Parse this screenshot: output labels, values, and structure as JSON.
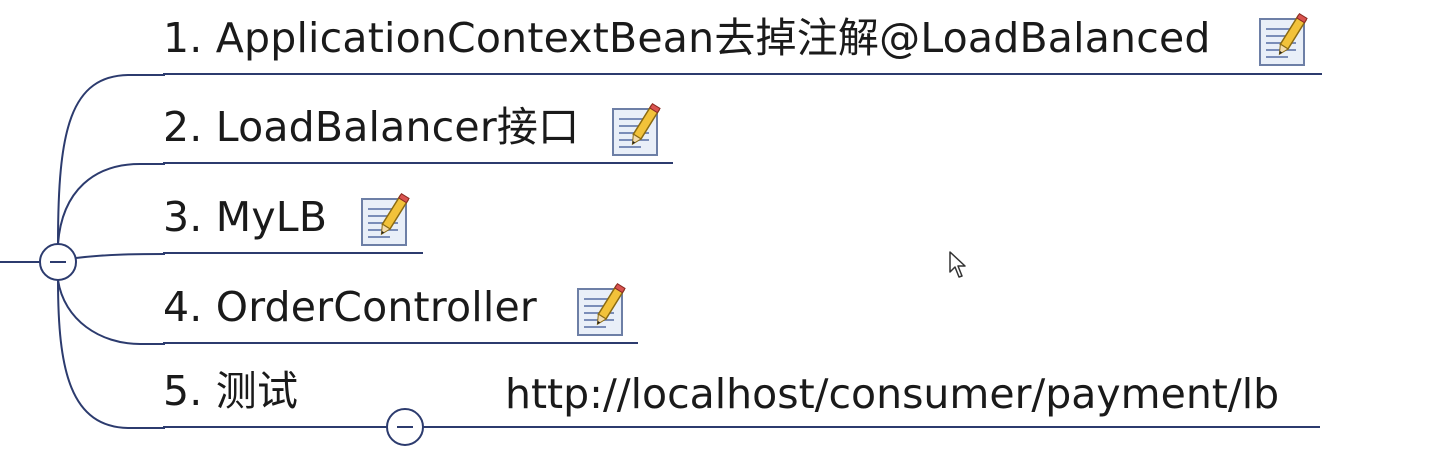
{
  "mindmap": {
    "topics": [
      {
        "label": "1. ApplicationContextBean去掉注解@LoadBalanced",
        "has_note": true
      },
      {
        "label": "2. LoadBalancer接口",
        "has_note": true
      },
      {
        "label": "3. MyLB",
        "has_note": true
      },
      {
        "label": "4. OrderController",
        "has_note": true
      },
      {
        "label": "5. 测试",
        "has_note": false
      }
    ],
    "subtopic": {
      "label": "http://localhost/consumer/payment/lb"
    },
    "icons": {
      "note": "note-pencil-icon",
      "collapse": "minus-collapse-icon",
      "cursor": "mouse-pointer-icon"
    },
    "colors": {
      "line": "#2c3b6e",
      "text": "#1a1a1a",
      "background": "#ffffff"
    }
  }
}
